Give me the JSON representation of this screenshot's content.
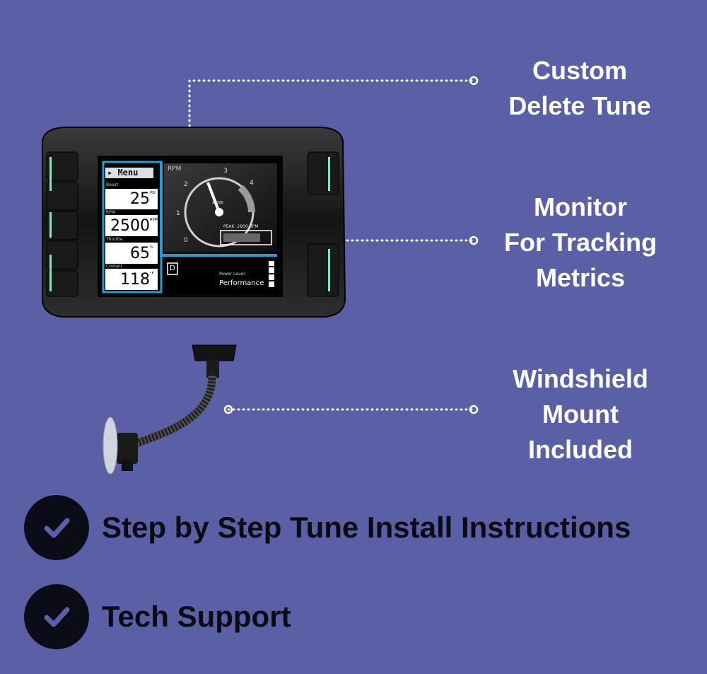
{
  "callouts": {
    "delete_tune": [
      "Custom",
      "Delete Tune"
    ],
    "monitor": [
      "Monitor",
      "For Tracking",
      "Metrics"
    ],
    "mount": [
      "Windshield",
      "Mount",
      "Included"
    ]
  },
  "checklist": [
    {
      "label": "Step by Step Tune Install Instructions",
      "icon": "checkmark-icon"
    },
    {
      "label": "Tech Support",
      "icon": "checkmark-icon"
    }
  ],
  "device_screen": {
    "menu_label": "Menu",
    "gauges": [
      {
        "label": "Boost",
        "value": "25",
        "unit": "PSI"
      },
      {
        "label": "RPM",
        "value": "2500",
        "unit": "RPM"
      },
      {
        "label": "Throttle",
        "value": "65",
        "unit": "%"
      },
      {
        "label": "Coolant",
        "value": "118",
        "unit": "°F"
      }
    ],
    "tach_title": "RPM",
    "tach_ticks": [
      "0",
      "1",
      "2",
      "3",
      "4"
    ],
    "tach_scale": "x1000",
    "peak_label": "PEAK: 2800 RPM",
    "gear": "D",
    "power_level_label": "Power Level:",
    "power_level_value": "Performance"
  },
  "colors": {
    "background": "#5a5fa6",
    "accent_blue": "#2a9bd8",
    "callout_text": "#ffffff",
    "check_circle": "#0c0c18"
  }
}
